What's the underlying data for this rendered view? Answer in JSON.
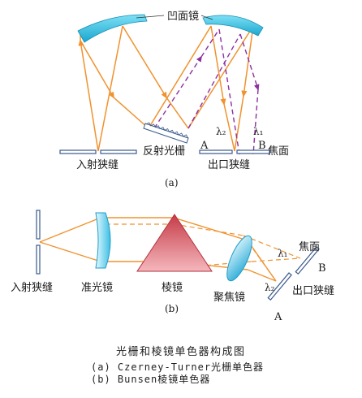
{
  "part_a": {
    "mirror_label": "凹面镜",
    "grating_label": "反射光栅",
    "entrance_slit_label": "入射狭缝",
    "exit_slit_label": "出口狭缝",
    "focal_plane_label": "焦面",
    "point_a": "A",
    "point_b": "B",
    "lambda2": "λ₂",
    "lambda1": "λ₁",
    "panel_label": "(a)"
  },
  "part_b": {
    "entrance_slit_label": "入射狭缝",
    "collimator_label": "准光镜",
    "prism_label": "棱镜",
    "focusing_lens_label": "聚焦镜",
    "exit_slit_label": "出口狭缝",
    "focal_plane_label": "焦面",
    "point_a": "A",
    "point_b": "B",
    "lambda1": "λ₁",
    "lambda2": "λ₂",
    "panel_label": "(b)"
  },
  "caption": {
    "title": "光栅和棱镜单色器构成图",
    "line_a": "(a) Czerney-Turner光栅单色器",
    "line_b": "(b) Bunsen棱镜单色器"
  },
  "colors": {
    "ray_orange": "#f0922e",
    "ray_purple": "#8e2fa0",
    "optic_cyan": "#34bfe0",
    "prism_red": "#d8575f",
    "slit_blue": "#3a5a8c"
  }
}
